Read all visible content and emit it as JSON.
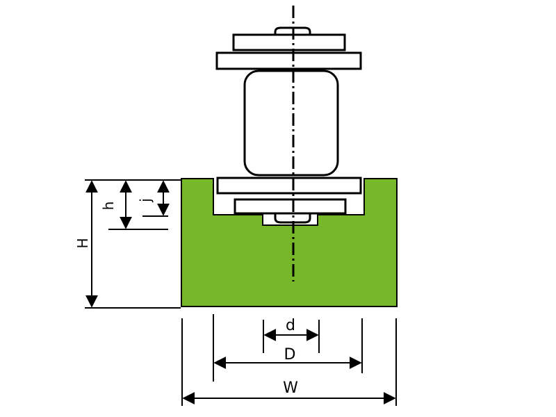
{
  "labels": {
    "H": "H",
    "h": "h",
    "j": "j",
    "d": "d",
    "D": "D",
    "W": "W"
  },
  "colors": {
    "block_fill": "#76B82A",
    "outline": "#000000",
    "background": "#FFFFFF"
  }
}
